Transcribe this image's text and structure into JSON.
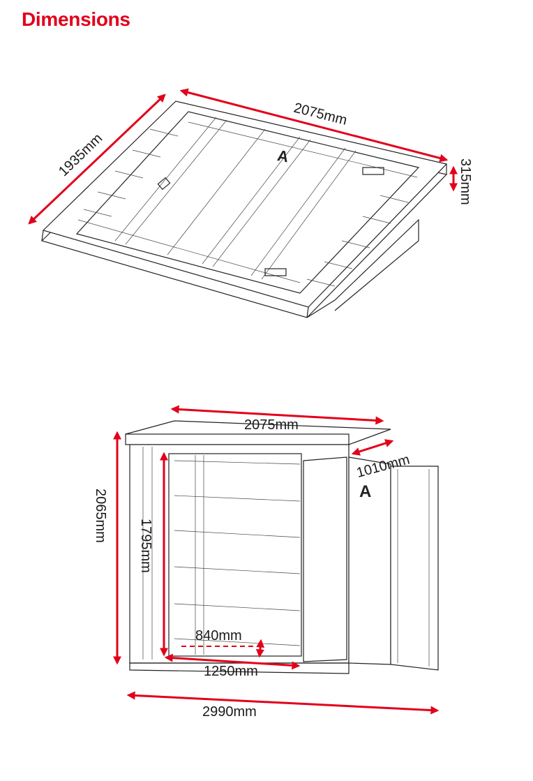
{
  "title": "Dimensions",
  "colors": {
    "accent": "#e2001a",
    "line": "#222222"
  },
  "roof_view": {
    "length": "2075mm",
    "width": "1935mm",
    "height": "315mm"
  },
  "shed_view": {
    "roof_length": "2075mm",
    "depth": "1010mm",
    "total_height": "2065mm",
    "door_height": "1795mm",
    "door_half_width": "840mm",
    "door_opening_width": "1250mm",
    "open_width": "2990mm"
  }
}
